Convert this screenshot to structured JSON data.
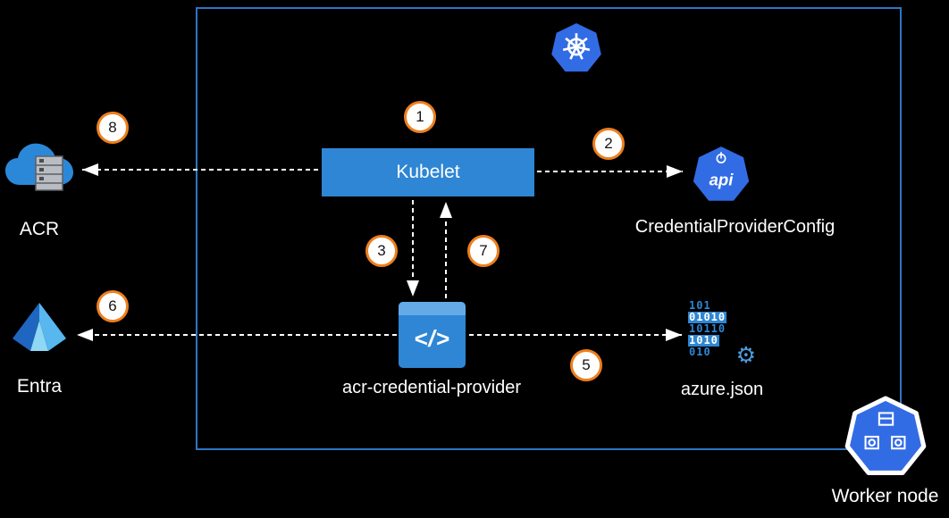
{
  "colors": {
    "background": "#000000",
    "boundary_stroke": "#2e75c6",
    "kubelet_fill": "#2e86d4",
    "kubernetes_blue": "#326ce5",
    "badge_ring": "#ee7f1d",
    "arrow": "#ffffff",
    "label_text": "#ffffff"
  },
  "nodes": {
    "kubelet": {
      "label": "Kubelet"
    },
    "acr": {
      "label": "ACR"
    },
    "entra": {
      "label": "Entra"
    },
    "credential_provider_config": {
      "label": "CredentialProviderConfig",
      "icon_text": "api"
    },
    "acr_credential_provider": {
      "label": "acr-credential-provider",
      "icon_text": "</>"
    },
    "azure_json": {
      "label": "azure.json",
      "icon_lines": [
        "101",
        "01010",
        "10110",
        "1010",
        "010"
      ]
    },
    "worker_node": {
      "label": "Worker node"
    }
  },
  "badges": {
    "s1": "1",
    "s2": "2",
    "s3": "3",
    "s5": "5",
    "s6": "6",
    "s7": "7",
    "s8": "8"
  },
  "edges": [
    {
      "step": "1",
      "at": "Kubelet"
    },
    {
      "step": "2",
      "from": "Kubelet",
      "to": "CredentialProviderConfig"
    },
    {
      "step": "3",
      "from": "Kubelet",
      "to": "acr-credential-provider"
    },
    {
      "step": "5",
      "from": "acr-credential-provider",
      "to": "azure.json"
    },
    {
      "step": "6",
      "from": "acr-credential-provider",
      "to": "Entra"
    },
    {
      "step": "7",
      "from": "acr-credential-provider",
      "to": "Kubelet"
    },
    {
      "step": "8",
      "from": "Kubelet",
      "to": "ACR"
    }
  ],
  "icons": {
    "gear_glyph": "⚙"
  }
}
